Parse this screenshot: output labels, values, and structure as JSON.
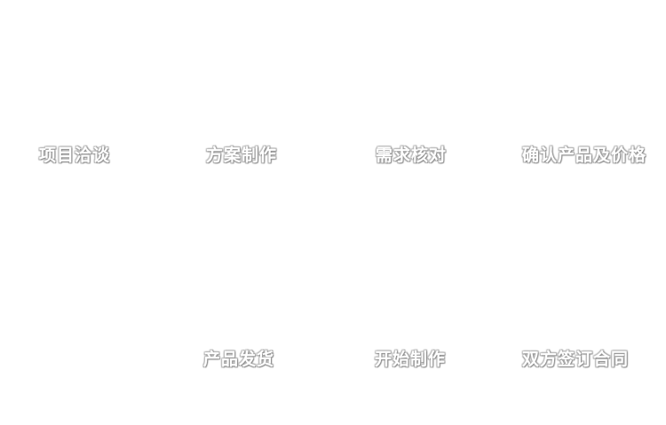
{
  "diagram": {
    "type": "process-flow",
    "colors": {
      "background": "#ffffff",
      "label_text": "#ffffff",
      "label_shadow": "#8c8c8c"
    },
    "steps": [
      {
        "label": "项目洽谈"
      },
      {
        "label": "方案制作"
      },
      {
        "label": "需求核对"
      },
      {
        "label": "确认产品及价格"
      },
      {
        "label": "双方签订合同"
      },
      {
        "label": "开始制作"
      },
      {
        "label": "产品发货"
      }
    ]
  }
}
